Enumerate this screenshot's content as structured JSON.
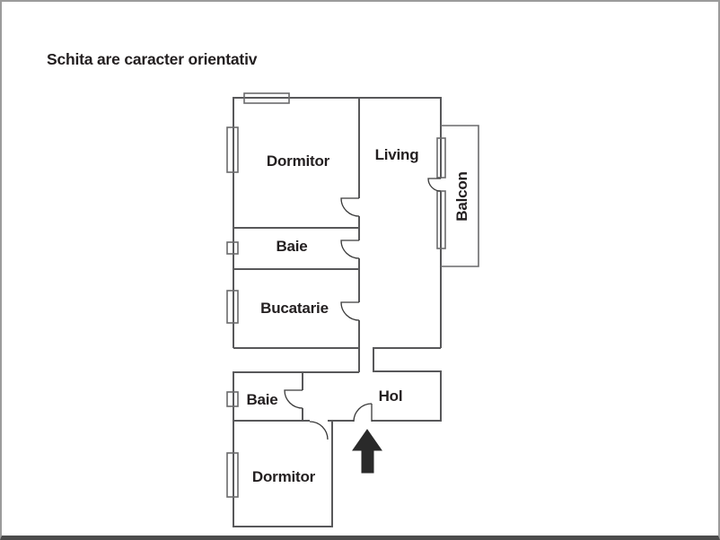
{
  "title": "Schita are caracter orientativ",
  "rooms": {
    "dormitor_top": "Dormitor",
    "living": "Living",
    "baie_top": "Baie",
    "bucatarie": "Bucatarie",
    "balcon": "Balcon",
    "hol": "Hol",
    "baie_bottom": "Baie",
    "dormitor_bottom": "Dormitor"
  },
  "icons": {
    "entrance_arrow": "up-arrow"
  },
  "colors": {
    "background": "#ffffff",
    "page_border": "#9b9b9b",
    "page_border_bottom": "#4c4c4c",
    "wall": "#58585a",
    "text": "#231f20",
    "arrow": "#2a2a2a"
  }
}
